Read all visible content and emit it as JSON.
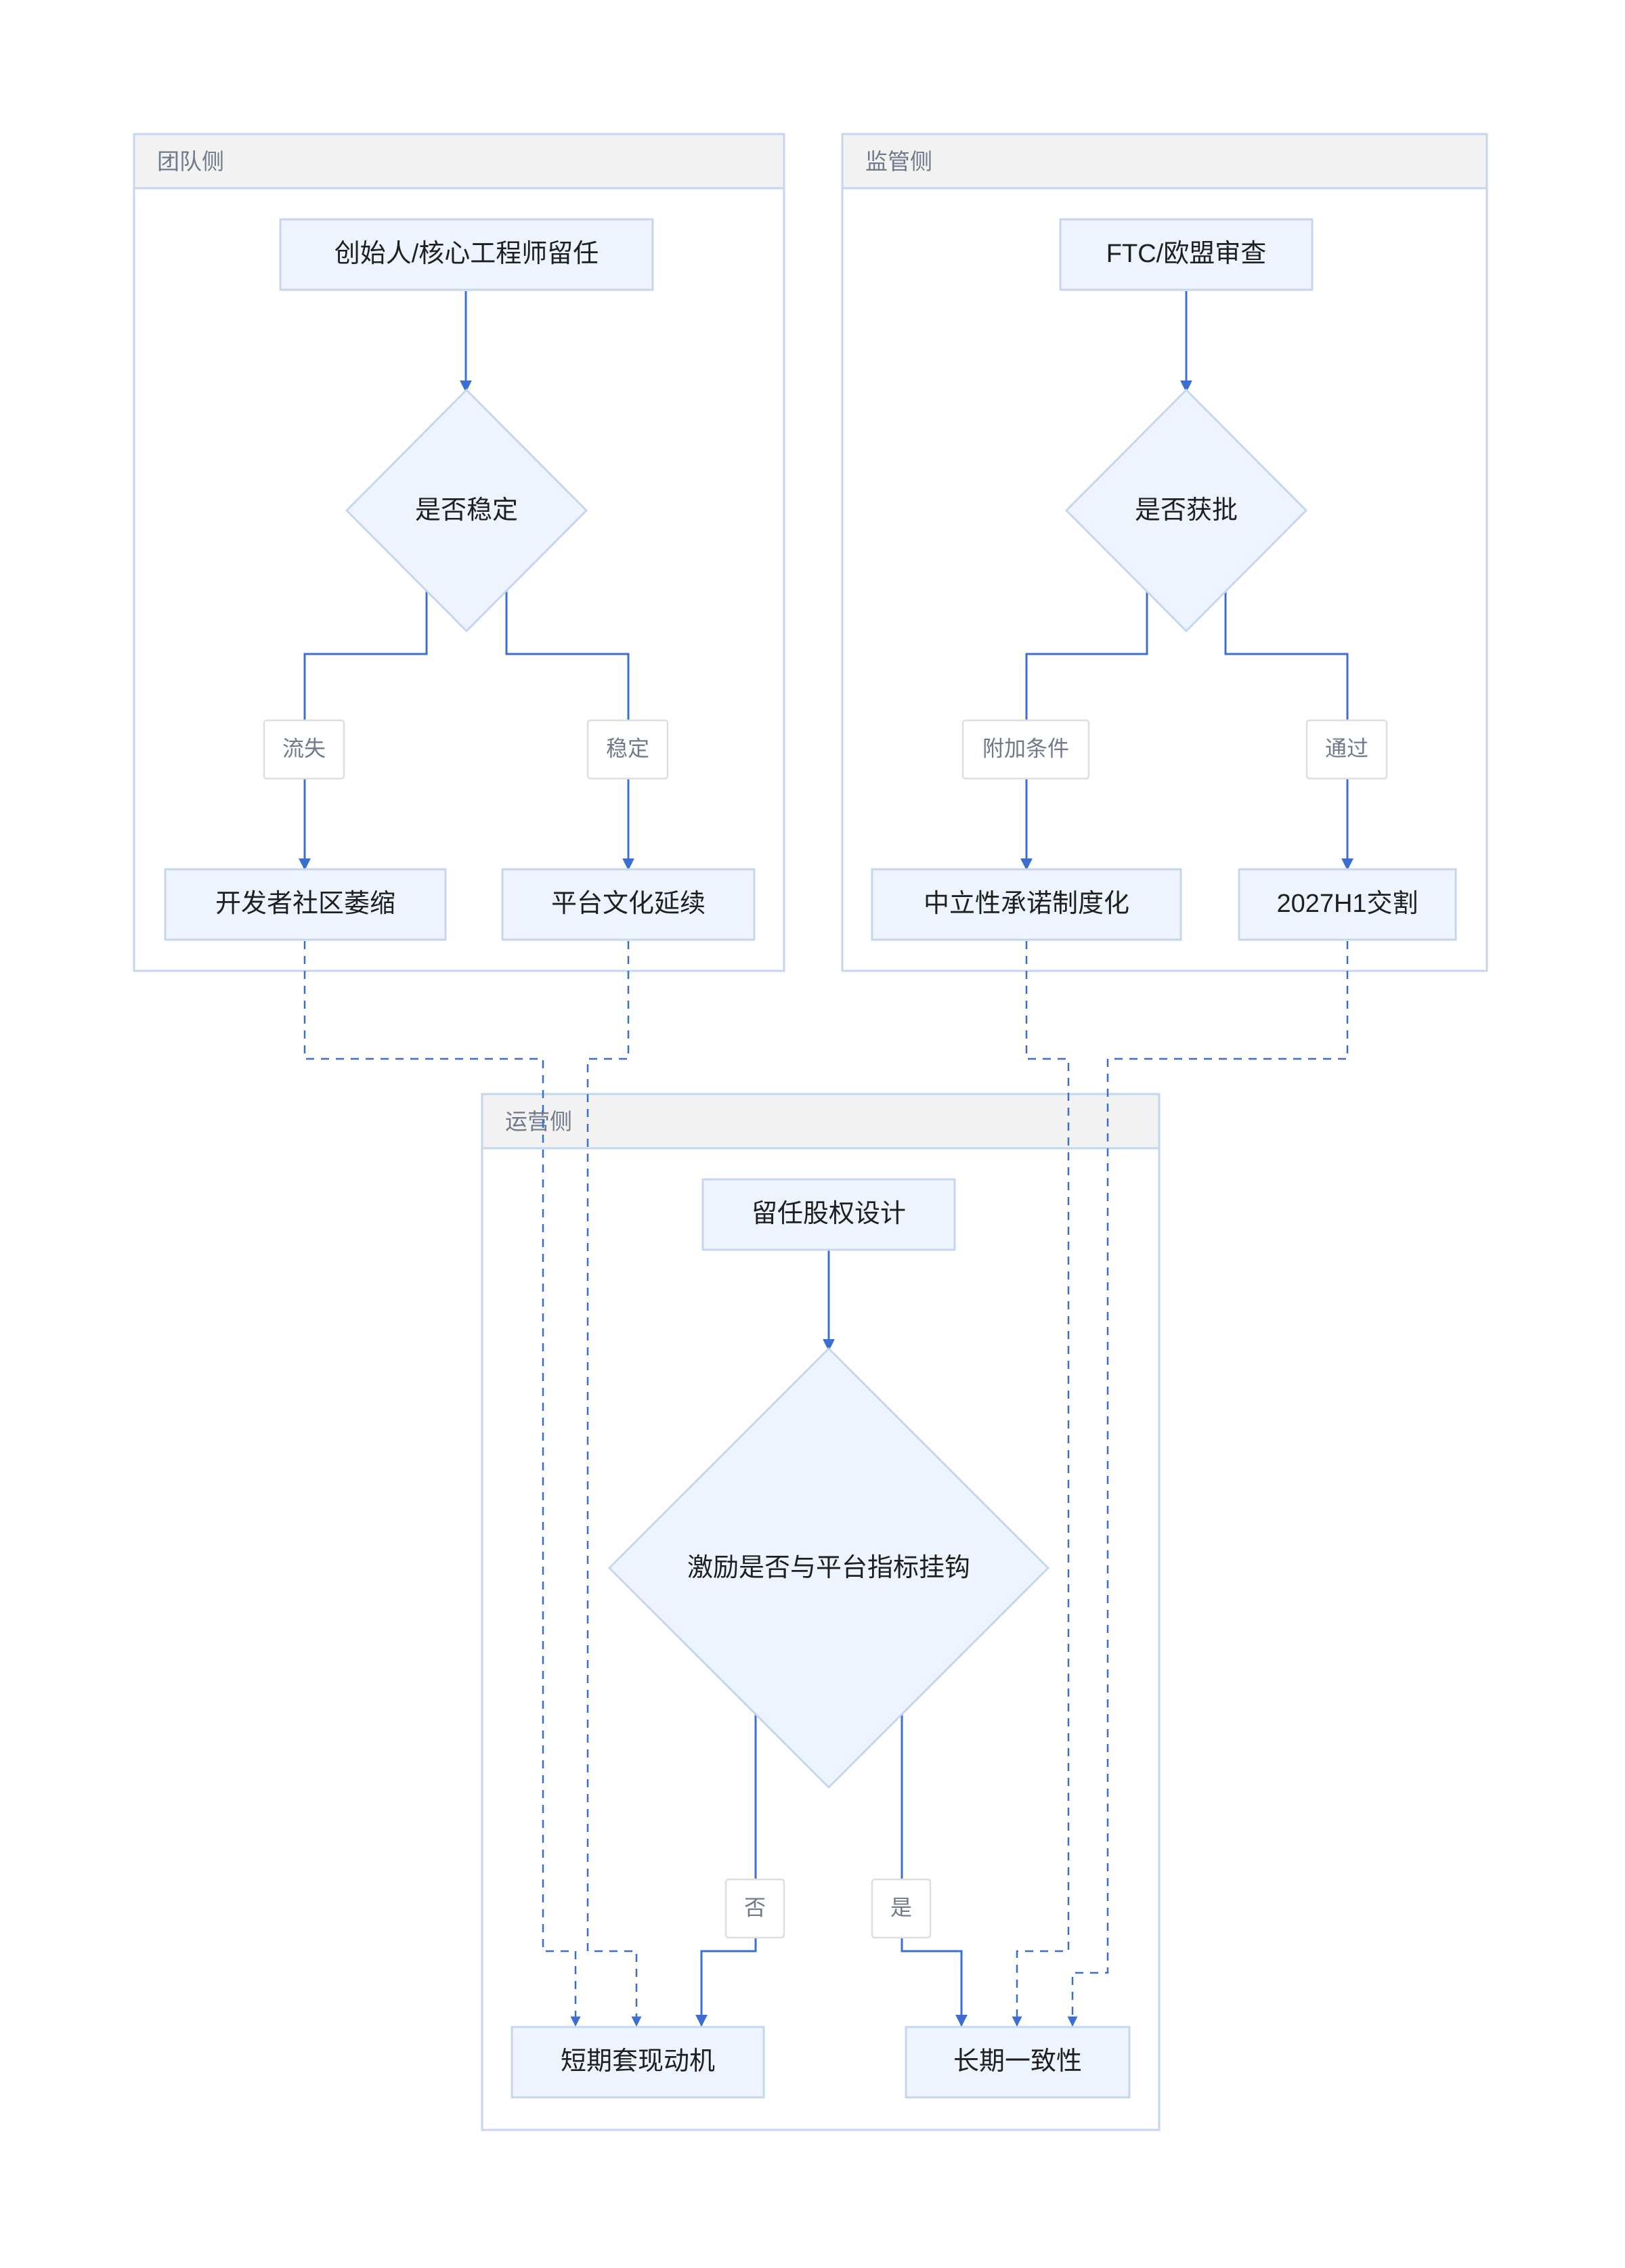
{
  "lanes": {
    "team": {
      "title": "团队侧"
    },
    "regulatory": {
      "title": "监管侧"
    },
    "operations": {
      "title": "运营侧"
    }
  },
  "nodes": {
    "founder_retention": "创始人/核心工程师留任",
    "is_stable": "是否稳定",
    "community_shrink": "开发者社区萎缩",
    "culture_continue": "平台文化延续",
    "ftc_review": "FTC/欧盟审查",
    "is_approved": "是否获批",
    "neutrality_commit": "中立性承诺制度化",
    "deal_close": "2027H1交割",
    "equity_design": "留任股权设计",
    "incentive_linked": "激励是否与平台指标挂钩",
    "short_term": "短期套现动机",
    "long_term": "长期一致性"
  },
  "edge_labels": {
    "churn": "流失",
    "stable": "稳定",
    "conditions": "附加条件",
    "pass": "通过",
    "no": "否",
    "yes": "是"
  }
}
